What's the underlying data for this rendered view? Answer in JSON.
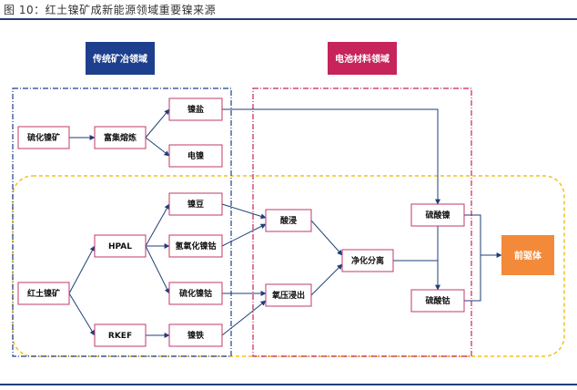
{
  "caption": "图 10：红土镍矿成新能源领域重要镍来源",
  "headers": {
    "traditional": "传统矿冶领域",
    "battery": "电池材料领域"
  },
  "nodes": {
    "sulfide_ore": "硫化镍矿",
    "smelting": "富集熔炼",
    "nickel_salt": "镍盐",
    "electro_nickel": "电镍",
    "nickel_bean": "镍豆",
    "hpal": "HPAL",
    "mhp": "氢氧化镍钴",
    "laterite": "红土镍矿",
    "msp": "硫化镍钴",
    "rkef": "RKEF",
    "nickel_iron": "镍铁",
    "acid_leach": "酸浸",
    "pressure_leach": "氧压浸出",
    "purification": "净化分离",
    "nickel_sulfate": "硫酸镍",
    "cobalt_sulfate": "硫酸钴",
    "precursor": "前驱体"
  },
  "colors": {
    "frame": "#1f3f7a",
    "box_border": "#c0396b",
    "arrow": "#1f3f7a",
    "traditional_fill": "#1d3f8e",
    "battery_fill": "#c6245a",
    "precursor_fill": "#f28a3a",
    "yellow_dash": "#f2c21a"
  }
}
